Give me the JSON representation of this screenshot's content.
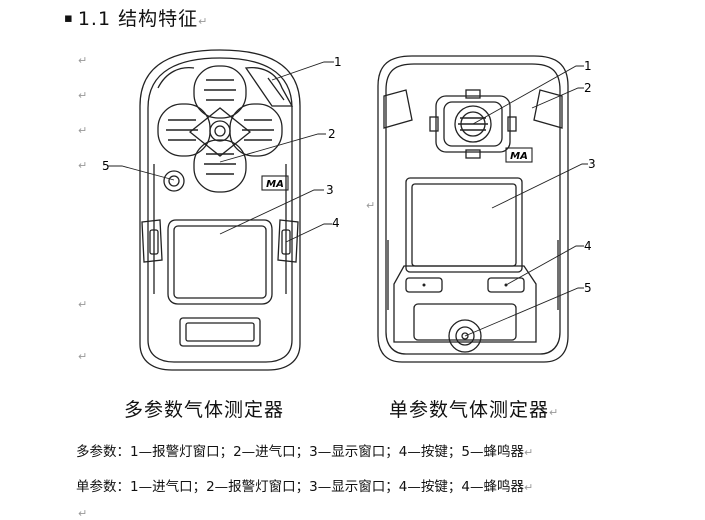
{
  "heading": {
    "bullet": "▪",
    "text": "1.1  结构特征",
    "mark": "↵"
  },
  "left_mark": "↵",
  "multi_device": {
    "caption": "多参数气体测定器",
    "callouts": [
      "1",
      "2",
      "3",
      "4",
      "5"
    ],
    "logo": "MA"
  },
  "single_device": {
    "caption": "单参数气体测定器",
    "caption_mark": "↵",
    "callouts": [
      "1",
      "2",
      "3",
      "4",
      "5"
    ],
    "logo": "MA"
  },
  "legend": [
    {
      "text": "多参数：1—报警灯窗口；2—进气口；3—显示窗口；4—按键；5—蜂鸣器",
      "mark": "↵"
    },
    {
      "text": "单参数：1—进气口；2—报警灯窗口；3—显示窗口；4—按键；4—蜂鸣器",
      "mark": "↵"
    }
  ],
  "bottom_mark": "↵"
}
